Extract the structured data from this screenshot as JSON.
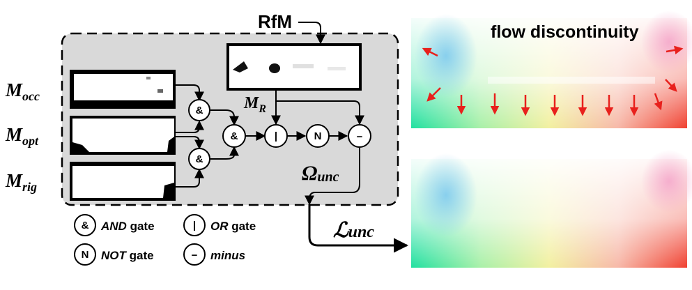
{
  "inputs": {
    "rfm_label": "RfM",
    "m_occ": {
      "base": "M",
      "sub": "occ"
    },
    "m_opt": {
      "base": "M",
      "sub": "opt"
    },
    "m_rig": {
      "base": "M",
      "sub": "rig"
    },
    "m_r": {
      "base": "M",
      "sub": "R"
    }
  },
  "gates": {
    "and_symbol": "&",
    "or_symbol": "|",
    "not_symbol": "N",
    "minus_symbol": "−"
  },
  "outputs": {
    "omega": {
      "base": "Ω",
      "sub": "unc"
    },
    "loss": {
      "base": "ℒ",
      "sub": "unc"
    }
  },
  "legend": [
    {
      "symbol": "&",
      "name": "AND",
      "suffix": " gate"
    },
    {
      "symbol": "|",
      "name": "OR",
      "suffix": " gate"
    },
    {
      "symbol": "N",
      "name": "NOT",
      "suffix": " gate"
    },
    {
      "symbol": "−",
      "name": "minus",
      "suffix": ""
    }
  ],
  "flow_panel": {
    "title": "flow discontinuity"
  },
  "colors": {
    "panel_fill": "#d9d9d9",
    "arrow_red": "#e8201c",
    "stroke": "#000000"
  }
}
